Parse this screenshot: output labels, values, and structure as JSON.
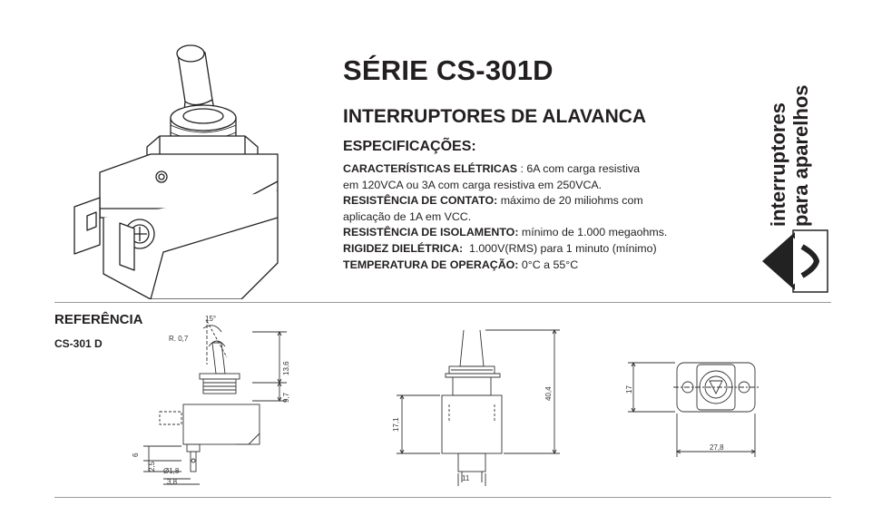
{
  "header": {
    "title": "SÉRIE CS-301D",
    "subtitle": "INTERRUPTORES DE ALAVANCA",
    "spec_heading": "ESPECIFICAÇÕES:"
  },
  "specs": {
    "electrical_label": "CARACTERÍSTICAS ELÉTRICAS",
    "electrical_text_1": " : 6A com carga resistiva",
    "electrical_text_2": "em 120VCA ou 3A com carga resistiva em 250VCA.",
    "contact_label": "RESISTÊNCIA DE CONTATO:",
    "contact_text_1": " máximo de 20 miliohms com",
    "contact_text_2": "aplicação de 1A em VCC.",
    "insulation_label": "RESISTÊNCIA DE ISOLAMENTO:",
    "insulation_text": " mínimo de 1.000 megaohms.",
    "dielectric_label": "RIGIDEZ DIELÉTRICA:",
    "dielectric_text": "  1.000V(RMS) para 1 minuto (mínimo)",
    "temperature_label": "TEMPERATURA DE OPERAÇÃO:",
    "temperature_text": " 0°C a 55°C"
  },
  "brand": {
    "line1": "interruptores",
    "line2": "para aparelhos"
  },
  "reference": {
    "heading": "REFERÊNCIA",
    "model": "CS-301 D"
  },
  "dimensions": {
    "angle": "15°",
    "radius": "R. 0,7",
    "lever_height": "13,6",
    "bushing_height": "9,7",
    "terminal_offset": "6",
    "terminal_length": "2,5",
    "hole_diameter": "Ø1,8",
    "terminal_width": "3,8",
    "body_height": "17,1",
    "total_height": "40,4",
    "body_width": "11",
    "flange_height": "17",
    "flange_width": "27,8"
  }
}
